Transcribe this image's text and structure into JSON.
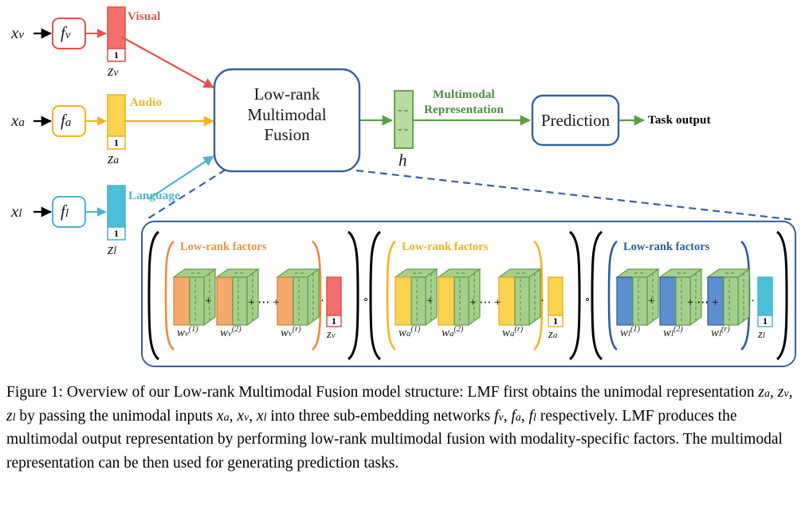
{
  "figure": {
    "caption": "Figure 1: Overview of our Low-rank Multimodal Fusion model structure: LMF first obtains the unimodal representation z_a, z_v, z_l by passing the unimodal inputs x_a, x_v, x_l into three sub-embedding networks f_v, f_a, f_l respectively. LMF produces the multimodal output representation by performing low-rank multimodal fusion with modality-specific factors. The multimodal representation can be then used for generating prediction tasks.",
    "caption_label": "Figure 1:",
    "caption_parts": {
      "p1": "Figure 1: Overview of our Low-rank Multimodal Fusion model structure: LMF first obtains the unimodal",
      "p2a": "representation ",
      "p2b": " by passing the unimodal inputs ",
      "p2c": " into three sub-embedding networks",
      "p3a": " respectively. LMF produces the multimodal output representation by performing low-rank",
      "p4": "multimodal fusion with modality-specific factors. The multimodal representation can be then used for",
      "p5": "generating prediction tasks."
    }
  },
  "colors": {
    "visual": "#e2524c",
    "visual_fill": "#f4706a",
    "audio": "#f0b323",
    "audio_fill": "#fcd34f",
    "language": "#4cb3d0",
    "language_fill": "#4cc0d8",
    "green": "#5a9e44",
    "green_fill": "#b9dca0",
    "blue_box": "#3a5fa0",
    "orange_bracket": "#ed8a3c",
    "blue_bracket": "#2e5b9c",
    "cube_green": "#a6cf8e",
    "cube_blue": "#5b8fd0",
    "black": "#000000"
  },
  "pipeline": {
    "rows": [
      {
        "id": "visual",
        "input": "x",
        "input_sub": "v",
        "network": "f",
        "network_sub": "v",
        "modality_label": "Visual",
        "z_label": "z",
        "z_sub": "v",
        "cell_value": "1"
      },
      {
        "id": "audio",
        "input": "x",
        "input_sub": "a",
        "network": "f",
        "network_sub": "a",
        "modality_label": "Audio",
        "z_label": "z",
        "z_sub": "a",
        "cell_value": "1"
      },
      {
        "id": "language",
        "input": "x",
        "input_sub": "l",
        "network": "f",
        "network_sub": "l",
        "modality_label": "Language",
        "z_label": "z",
        "z_sub": "l",
        "cell_value": "1"
      }
    ],
    "fusion_box": {
      "line1": "Low-rank",
      "line2": "Multimodal",
      "line3": "Fusion"
    },
    "h_bar": {
      "label": "h"
    },
    "representation_label": {
      "line1": "Multimodal",
      "line2": "Representation"
    },
    "prediction_box": {
      "label": "Prediction"
    },
    "task_output": {
      "label": "Task output"
    }
  },
  "detail_panel": {
    "groups": [
      {
        "id": "visual-group",
        "title": "Low-rank factors",
        "accent": "#ed8a3c",
        "front_color": "#f5a96a",
        "factors": [
          {
            "w": "w",
            "sub": "v",
            "sup": "(1)"
          },
          {
            "w": "w",
            "sub": "v",
            "sup": "(2)"
          },
          {
            "w": "w",
            "sub": "v",
            "sup": "(r)"
          }
        ],
        "plus": "+",
        "ellipsis": "+ ⋯ +",
        "dot": "·",
        "z": {
          "label": "z",
          "sub": "v",
          "cell_value": "1",
          "color": "#f4706a",
          "border": "#e2524c"
        }
      },
      {
        "id": "audio-group",
        "title": "Low-rank factors",
        "accent": "#f5b324",
        "front_color": "#fcd34f",
        "factors": [
          {
            "w": "w",
            "sub": "a",
            "sup": "(1)"
          },
          {
            "w": "w",
            "sub": "a",
            "sup": "(2)"
          },
          {
            "w": "w",
            "sub": "a",
            "sup": "(r)"
          }
        ],
        "plus": "+",
        "ellipsis": "+ ⋯ +",
        "dot": "·",
        "z": {
          "label": "z",
          "sub": "a",
          "cell_value": "1",
          "color": "#fcd34f",
          "border": "#f0b323"
        }
      },
      {
        "id": "language-group",
        "title": "Low-rank factors",
        "accent": "#2e5b9c",
        "front_color": "#5b8fd0",
        "factors": [
          {
            "w": "w",
            "sub": "l",
            "sup": "(1)"
          },
          {
            "w": "w",
            "sub": "l",
            "sup": "(2)"
          },
          {
            "w": "w",
            "sub": "l",
            "sup": "(r)"
          }
        ],
        "plus": "+",
        "ellipsis": "+ ⋯ +",
        "dot": "·",
        "z": {
          "label": "z",
          "sub": "l",
          "cell_value": "1",
          "color": "#4cc0d8",
          "border": "#4cb3d0"
        }
      }
    ],
    "hadamard_symbol": "∘"
  }
}
